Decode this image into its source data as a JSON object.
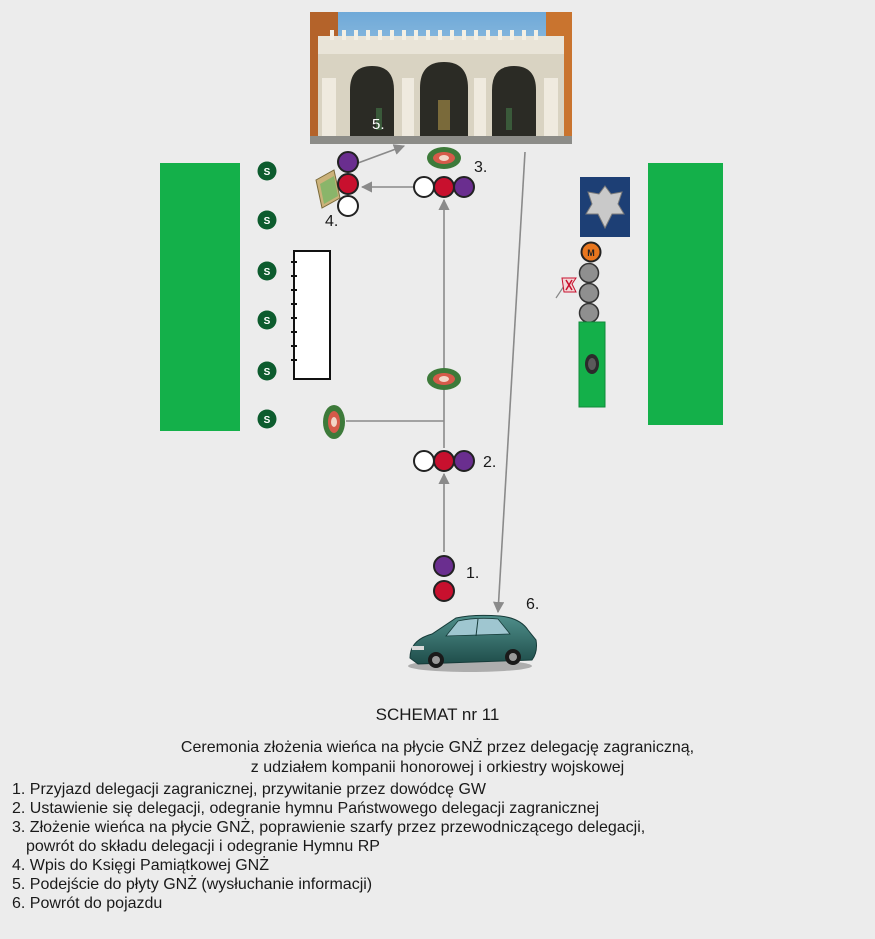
{
  "diagram": {
    "step_markers": [
      "1.",
      "2.",
      "3.",
      "4.",
      "5.",
      "6."
    ],
    "guard_badge_letter": "S",
    "orchestra_badge_letter": "M"
  },
  "caption": {
    "title": "SCHEMAT nr 11",
    "ceremony_line1": "Ceremonia złożenia wieńca na płycie GNŻ przez delegację zagraniczną,",
    "ceremony_line2": "z udziałem kompanii honorowej i orkiestry wojskowej"
  },
  "steps": [
    {
      "text": "1. Przyjazd delegacji zagranicznej, przywitanie przez dowódcę GW"
    },
    {
      "text": "2. Ustawienie się delegacji, odegranie hymnu Państwowego delegacji zagranicznej"
    },
    {
      "text": "3. Złożenie wieńca na płycie GNŻ, poprawienie szarfy przez przewodniczącego delegacji,",
      "cont": "powrót do składu delegacji i odegranie Hymnu RP"
    },
    {
      "text": "4. Wpis do Księgi Pamiątkowej GNŻ"
    },
    {
      "text": "5. Podejście do płyty GNŻ (wysłuchanie informacji)"
    },
    {
      "text": "6. Powrót do pojazdu"
    }
  ],
  "colors": {
    "background": "#ececec",
    "lawn_green": "#14b04a",
    "delegation_purple": "#6a2e8f",
    "delegation_red": "#c8102e",
    "guard_badge": "#0d5c2e",
    "orchestra_orange": "#e8761e",
    "car_teal": "#2f6d6a"
  }
}
